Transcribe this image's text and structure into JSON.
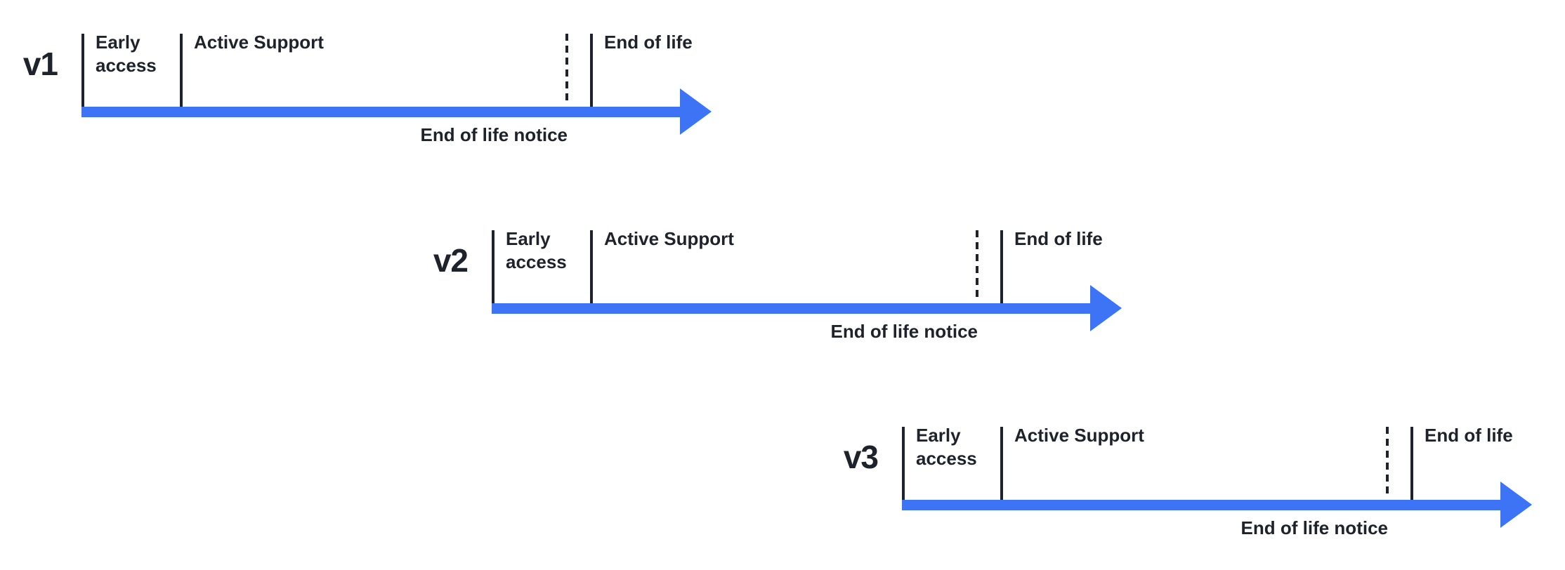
{
  "colors": {
    "arrow_blue": "#3d73f5",
    "ink": "#1e222a",
    "background": "#ffffff"
  },
  "timelines": [
    {
      "version": "v1",
      "labels": {
        "early_access": "Early\naccess",
        "active_support": "Active Support",
        "end_of_life": "End of life",
        "end_of_life_notice": "End of life notice"
      }
    },
    {
      "version": "v2",
      "labels": {
        "early_access": "Early\naccess",
        "active_support": "Active Support",
        "end_of_life": "End of life",
        "end_of_life_notice": "End of life notice"
      }
    },
    {
      "version": "v3",
      "labels": {
        "early_access": "Early\naccess",
        "active_support": "Active Support",
        "end_of_life": "End of life",
        "end_of_life_notice": "End of life notice"
      }
    }
  ]
}
